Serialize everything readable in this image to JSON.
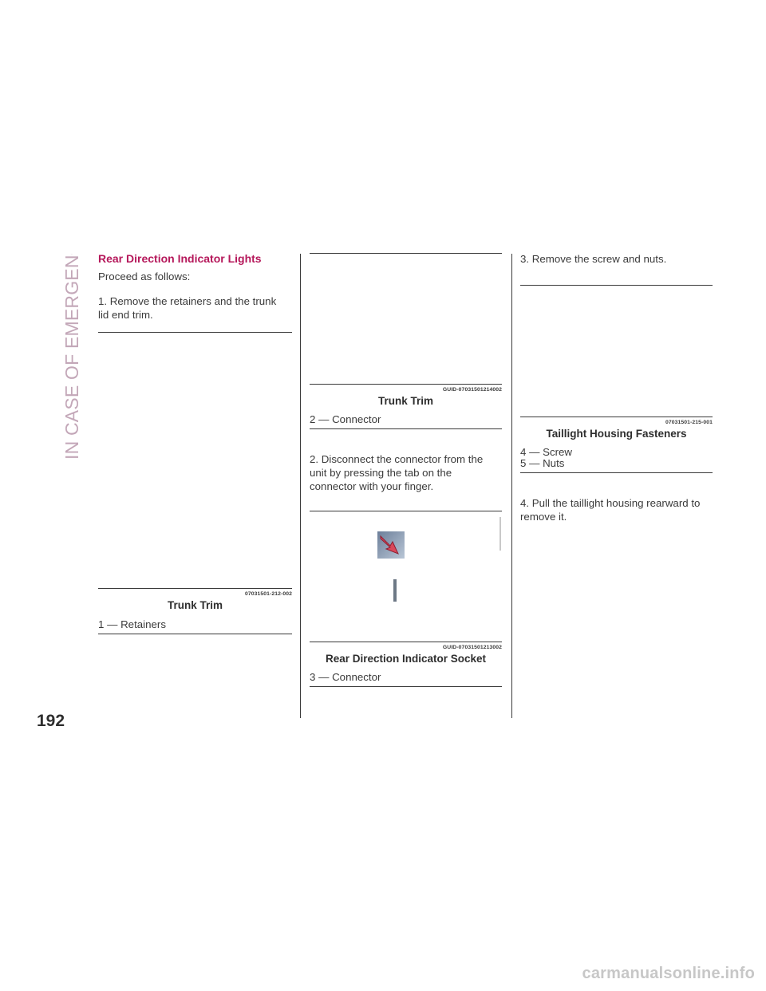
{
  "side_tab": {
    "label": "IN CASE OF EMERGENCY"
  },
  "page_number": "192",
  "col1": {
    "heading": "Rear Direction Indicator Lights",
    "intro": "Proceed as follows:",
    "step1_line1": "1.  Remove the retainers and the trunk",
    "step1_line2": "lid end trim.",
    "figure": {
      "code": "07031501-212-002",
      "caption": "Trunk Trim",
      "legend": [
        "1 — Retainers"
      ]
    }
  },
  "col2": {
    "figure_top": {
      "code": "GUID-07031501214002",
      "caption": "Trunk Trim",
      "legend": [
        "2 — Connector"
      ]
    },
    "step2_line1": "2.  Disconnect the connector from the",
    "step2_line2": "unit by pressing the tab on the",
    "step2_line3": "connector with your finger.",
    "figure_bottom": {
      "code": "GUID-07031501213002",
      "caption": "Rear Direction Indicator Socket",
      "legend": [
        "3 — Connector"
      ]
    }
  },
  "col3": {
    "step3": "3.  Remove the screw and nuts.",
    "figure": {
      "code": "07031501-215-001",
      "caption": "Taillight Housing Fasteners",
      "legend": [
        "4 — Screw",
        "5 — Nuts"
      ]
    },
    "step4_line1": "4.  Pull the taillight housing rearward to",
    "step4_line2": "remove it."
  },
  "watermark": "carmanualsonline.info",
  "colors": {
    "heading": "#b5175a",
    "side_tab": "#c3a7b8",
    "text": "#3a3a3a"
  },
  "icons": [
    "red-arrow-icon"
  ]
}
